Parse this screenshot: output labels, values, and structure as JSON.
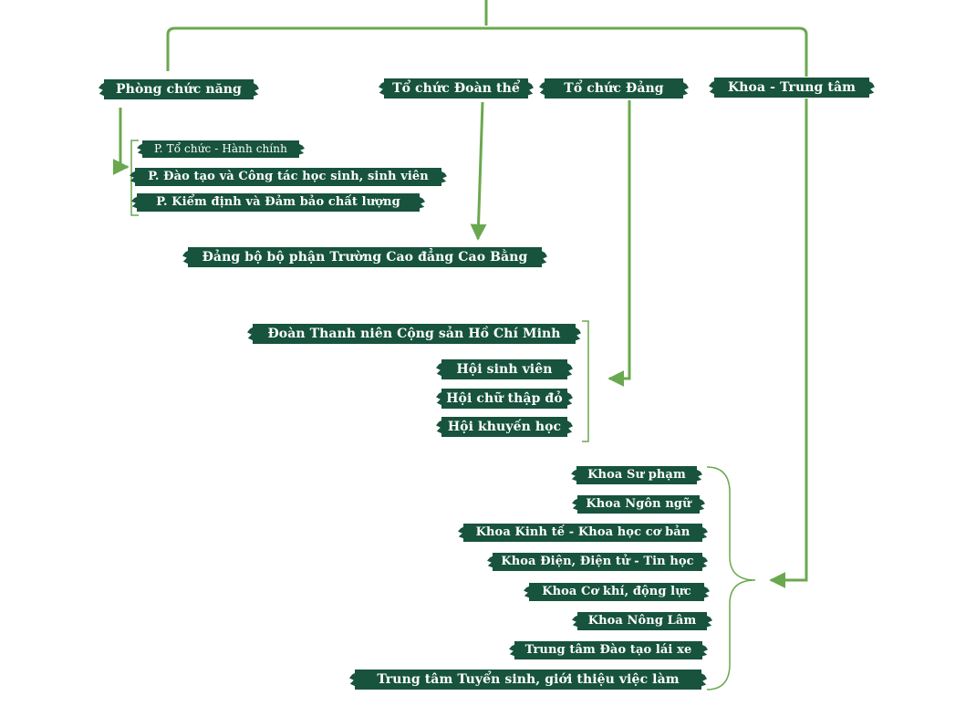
{
  "categories": {
    "phong": "Phòng chức năng",
    "doanthe": "Tổ chức Đoàn thể",
    "dang": "Tổ chức Đảng",
    "khoa": "Khoa - Trung tâm"
  },
  "phong_items": [
    "P. Tổ chức - Hành chính",
    "P. Đào tạo và Công tác học sinh, sinh viên",
    "P. Kiểm định và Đảm bảo chất lượng"
  ],
  "dang_item": "Đảng bộ bộ phận Trường Cao đẳng Cao Bằng",
  "doanthe_items": [
    "Đoàn Thanh niên Cộng sản Hồ Chí Minh",
    "Hội sinh viên",
    "Hội chữ thập đỏ",
    "Hội khuyến học"
  ],
  "khoa_items": [
    "Khoa Sư phạm",
    "Khoa Ngôn ngữ",
    "Khoa Kinh tế - Khoa học cơ bản",
    "Khoa Điện, Điện tử - Tin học",
    "Khoa Cơ khí, động lực",
    "Khoa Nông Lâm",
    "Trung tâm Đào tạo lái xe",
    "Trung tâm Tuyển sinh, giới thiệu việc làm"
  ],
  "colors": {
    "node_fill": "#17533d",
    "connector": "#6aa84f",
    "text": "#ffffff"
  }
}
